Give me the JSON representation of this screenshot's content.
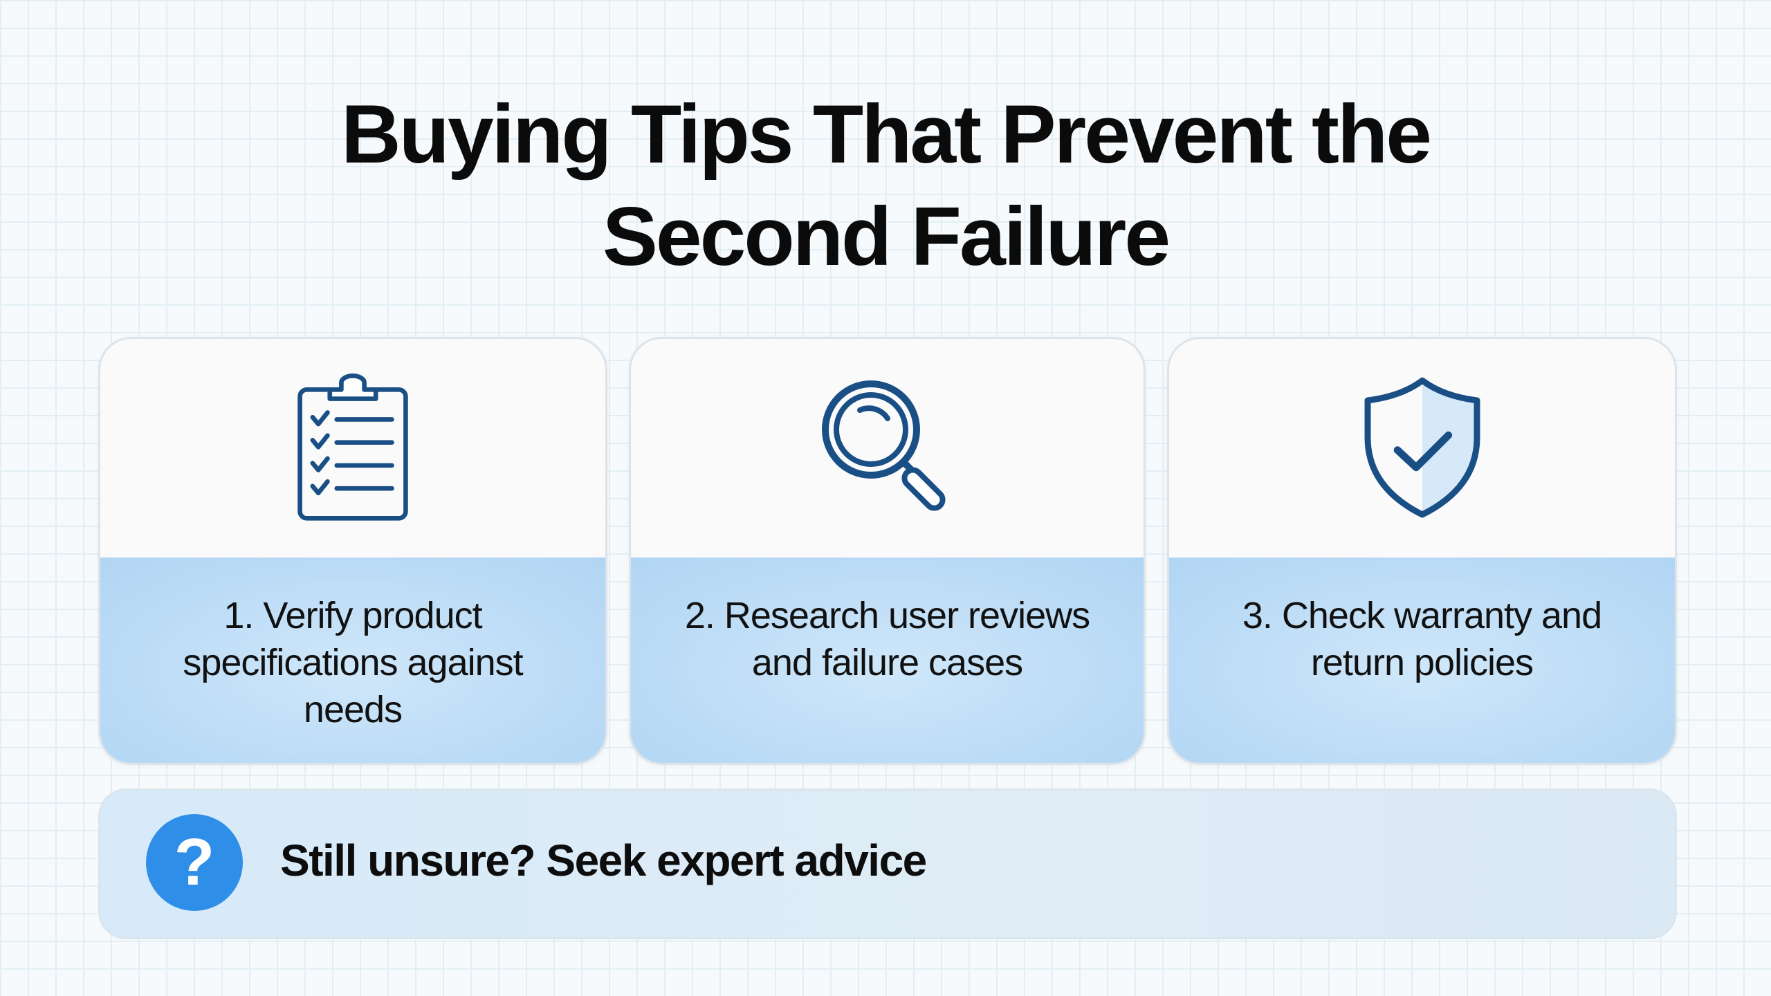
{
  "title": {
    "line1": "Buying Tips That Prevent the",
    "line2": "Second Failure"
  },
  "cards": [
    {
      "icon": "clipboard-checklist-icon",
      "text": "1. Verify product specifications against needs"
    },
    {
      "icon": "magnifying-glass-icon",
      "text": "2. Research user reviews and failure cases"
    },
    {
      "icon": "shield-check-icon",
      "text": "3. Check warranty and return policies"
    }
  ],
  "footer": {
    "icon": "question-icon",
    "icon_glyph": "?",
    "text": "Still unsure? Seek expert advice"
  },
  "colors": {
    "icon_stroke": "#1a4f86",
    "accent": "#2f8fe8",
    "card_bottom": "#bcdcf6"
  }
}
